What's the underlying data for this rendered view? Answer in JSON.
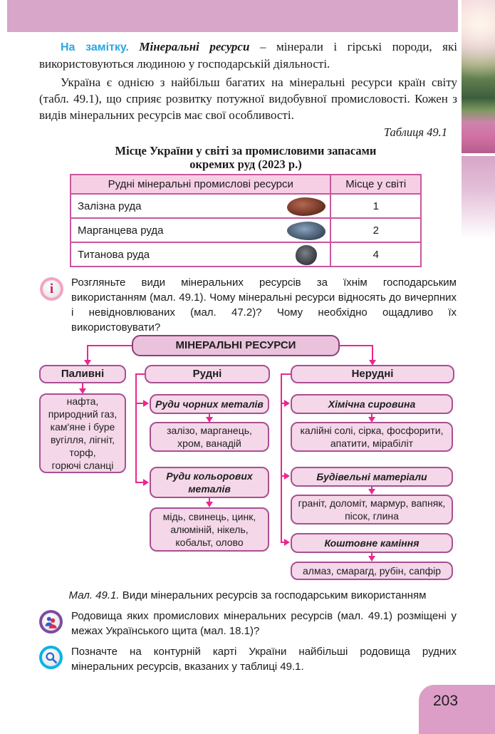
{
  "page": {
    "number": "203"
  },
  "colors": {
    "accent_magenta": "#ec268f",
    "diagram_border": "#a94f93",
    "diagram_fill": "#f4d7e8",
    "table_border": "#c9569f",
    "table_header_fill": "#f7cfe5",
    "top_band_pink": "#d7a6c8",
    "note_blue": "#2aa8e0",
    "pagenum_block_pink": "#dc9ec7"
  },
  "note": {
    "label": "На замітку.",
    "term": "Мінеральні ресурси",
    "text": " – мінерали і гірські породи, які використовуються людиною у господарській діяльності."
  },
  "intro": {
    "text": "Україна є однією з найбільш багатих на мінеральні ресурси країн світу (табл. 49.1), що сприяє розвитку потужної видобувної промисловості. Кожен з видів мінеральних ресурсів має свої особливості."
  },
  "table": {
    "ref_label": "Таблиця 49.1",
    "title_line1": "Місце України у світі за промисловими запасами",
    "title_line2": "окремих руд (2023 р.)",
    "headers": [
      "Рудні мінеральні промислові ресурси",
      "Місце у світі"
    ],
    "rows": [
      {
        "name": "Залізна руда",
        "icon": "iron-ore-photo",
        "place": "1"
      },
      {
        "name": "Марганцева руда",
        "icon": "manganese-ore-photo",
        "place": "2"
      },
      {
        "name": "Титанова руда",
        "icon": "titanium-ore-photo",
        "place": "4"
      }
    ]
  },
  "questions": [
    {
      "icon": "info-icon",
      "text": "Розгляньте види мінеральних ресурсів за їхнім господарським використанням (мал. 49.1). Чому мінеральні ресурси відносять до вичерпних і невідновлюваних (мал. 47.2)? Чому необхідно ощадливо їх використовувати?"
    },
    {
      "icon": "people-icon",
      "text": "Родовища яких промислових мінеральних ресурсів (мал. 49.1) розміщені у межах Українського щита (мал. 18.1)?"
    },
    {
      "icon": "magnifier-icon",
      "text": "Позначте на контурній карті України найбільші родовища рудних мінеральних ресурсів, вказаних у таблиці 49.1."
    }
  ],
  "diagram": {
    "root_label": "МІНЕРАЛЬНІ РЕСУРСИ",
    "fuel": {
      "label": "Паливні",
      "items": "нафта,\nприродний газ,\nкам'яне і буре\nвугілля, лігніт,\nторф,\nгорючі сланці"
    },
    "ore": {
      "label": "Рудні",
      "groups": [
        {
          "label": "Руди чорних металів",
          "items": "залізо, марганець,\nхром, ванадій"
        },
        {
          "label": "Руди кольорових\nметалів",
          "items": "мідь, свинець, цинк,\nалюміній, нікель,\nкобальт, олово"
        }
      ]
    },
    "nonore": {
      "label": "Нерудні",
      "groups": [
        {
          "label": "Хімічна сировина",
          "items": "калійні солі, сірка, фосфорити,\nапатити, мірабіліт"
        },
        {
          "label": "Будівельні матеріали",
          "items": "граніт, доломіт, мармур, вапняк,\nпісок, глина"
        },
        {
          "label": "Коштовне каміння",
          "items": "алмаз, смарагд, рубін, сапфір"
        }
      ]
    }
  },
  "caption": {
    "ref": "Мал. 49.1.",
    "text": " Види мінеральних ресурсів за господарським використанням"
  }
}
